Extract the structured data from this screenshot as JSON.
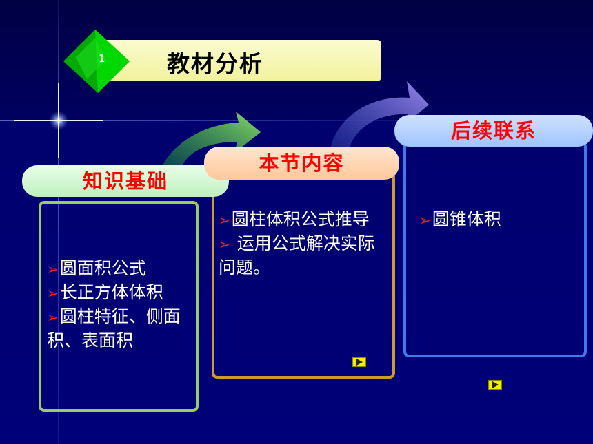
{
  "slide": {
    "number": "1",
    "title": "教材分析"
  },
  "colors": {
    "background": "#000066",
    "heading_text": "#ff0000",
    "body_text": "#ffffff",
    "bullet": "#ff2020",
    "basis_border": "#99cc66",
    "content_border": "#cc9933",
    "follow_border": "#4477ee"
  },
  "sections": {
    "basis": {
      "heading": "知识基础",
      "items": [
        "圆面积公式",
        "长正方体体积",
        "圆柱特征、侧面积、表面积"
      ]
    },
    "content": {
      "heading": "本节内容",
      "items": [
        "圆柱体积公式推导",
        " 运用公式解决实际问题。"
      ]
    },
    "follow": {
      "heading": "后续联系",
      "items": [
        "圆锥体积"
      ]
    }
  },
  "icons": {
    "bullet": "arrowhead-icon",
    "next": "play-button-icon",
    "flow": "curved-arrow-icon"
  }
}
